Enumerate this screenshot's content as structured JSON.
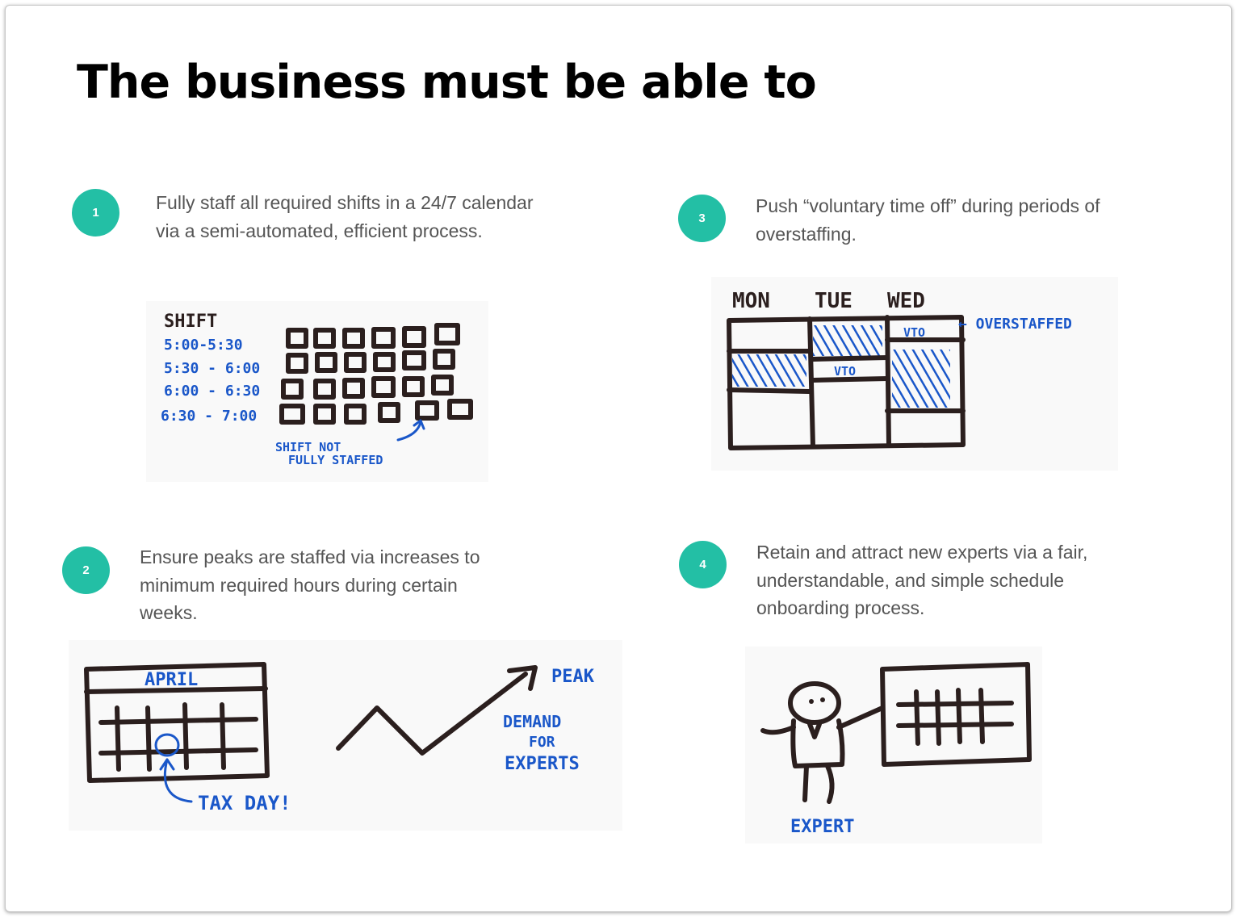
{
  "slide": {
    "title": "The business must be able to"
  },
  "items": [
    {
      "number": "1",
      "text": "Fully staff all required shifts in a 24/7 calendar via a semi-automated, efficient process.",
      "sketch": {
        "heading": "SHIFT",
        "rows": [
          "5:00-5:30",
          "5:30 - 6:00",
          "6:00 - 6:30",
          "6:30 - 7:00"
        ],
        "note_line1": "SHIFT NOT",
        "note_line2": "FULLY STAFFED"
      }
    },
    {
      "number": "2",
      "text": "Ensure peaks are staffed via increases to minimum required hours during certain weeks.",
      "sketch": {
        "month": "APRIL",
        "tax_day": "TAX DAY!",
        "peak": "PEAK",
        "demand_line1": "DEMAND",
        "demand_line2": "FOR",
        "demand_line3": "EXPERTS"
      }
    },
    {
      "number": "3",
      "text": "Push “voluntary time off” during periods of overstaffing.",
      "sketch": {
        "days": [
          "MON",
          "TUE",
          "WED"
        ],
        "vto": "VTO",
        "overstaffed": "← OVERSTAFFED"
      }
    },
    {
      "number": "4",
      "text": "Retain and attract new experts via a fair, understandable, and simple schedule onboarding process.",
      "sketch": {
        "expert": "EXPERT"
      }
    }
  ],
  "colors": {
    "badge": "#23bfa5",
    "ink": "#2b1f1e",
    "marker_blue": "#1a57c9",
    "body_text": "#555555"
  }
}
